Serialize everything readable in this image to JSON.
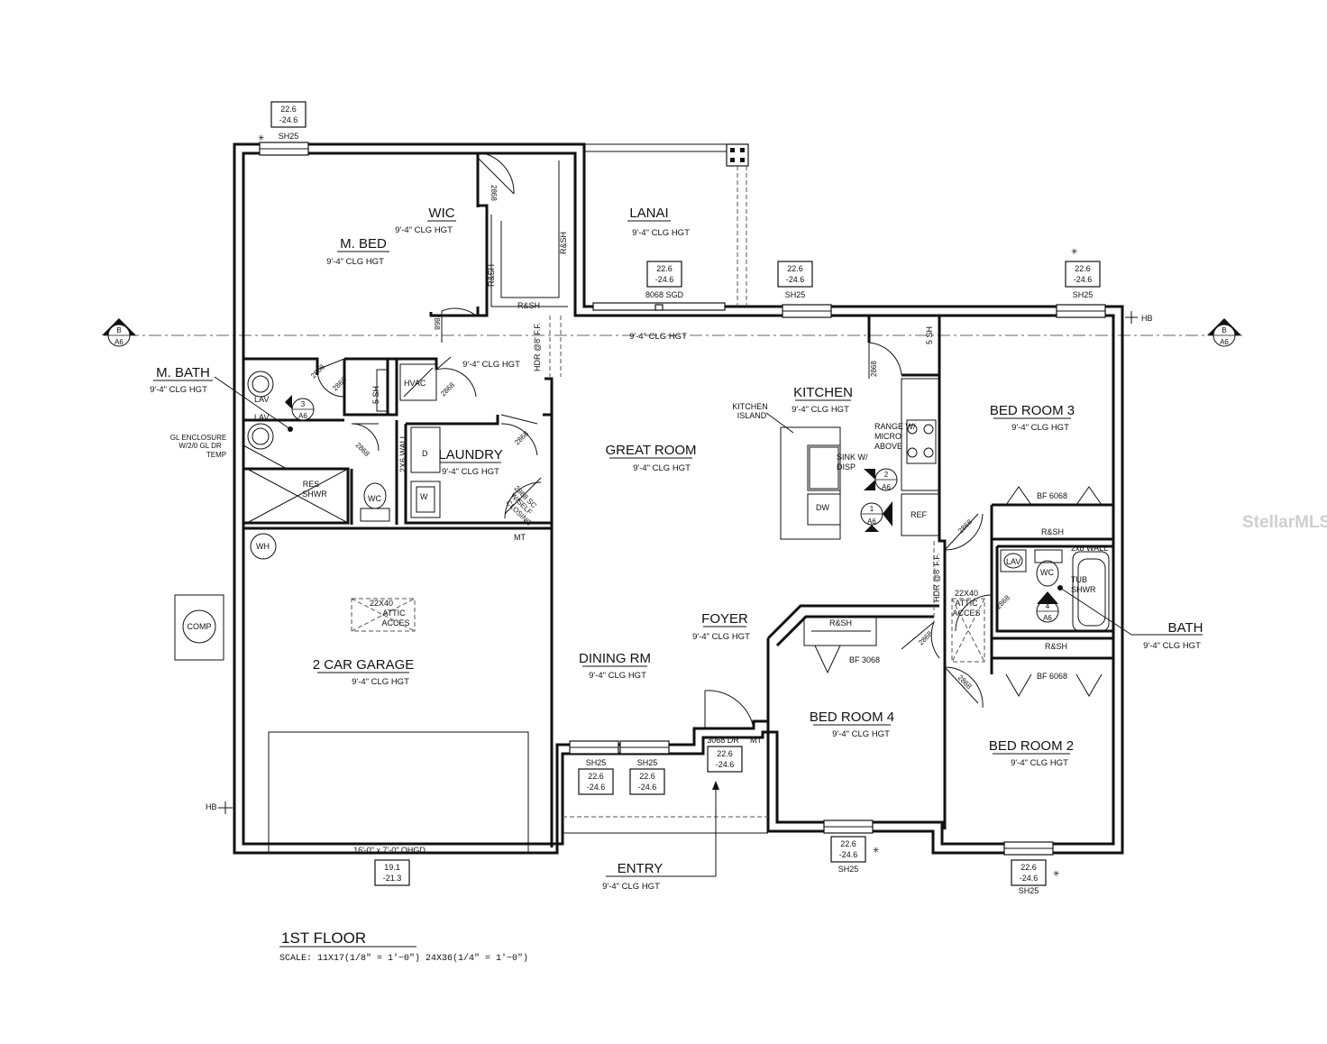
{
  "plan": {
    "title": "1ST FLOOR",
    "scale": "SCALE:  11X17(1/8\" = 1'−0\")  24X36(1/4\" = 1'−0\")",
    "watermark": "StellarMLS",
    "rooms": {
      "m_bed": {
        "name": "M. BED",
        "ceiling": "9'-4\" CLG HGT"
      },
      "wic": {
        "name": "WIC",
        "ceiling": "9'-4\" CLG HGT"
      },
      "lanai": {
        "name": "LANAI",
        "ceiling": "9'-4\" CLG HGT"
      },
      "m_bath": {
        "name": "M. BATH",
        "ceiling": "9'-4\" CLG HGT"
      },
      "laundry": {
        "name": "LAUNDRY",
        "ceiling": "9'-4\" CLG HGT"
      },
      "great_room": {
        "name": "GREAT ROOM",
        "ceiling": "9'-4\" CLG HGT"
      },
      "kitchen": {
        "name": "KITCHEN",
        "ceiling": "9'-4\" CLG HGT"
      },
      "bed_room_3": {
        "name": "BED ROOM 3",
        "ceiling": "9'-4\" CLG HGT"
      },
      "garage": {
        "name": "2 CAR GARAGE",
        "ceiling": "9'-4\" CLG HGT"
      },
      "foyer": {
        "name": "FOYER",
        "ceiling": "9'-4\" CLG HGT"
      },
      "dining": {
        "name": "DINING RM",
        "ceiling": "9'-4\" CLG HGT"
      },
      "bed_room_4": {
        "name": "BED ROOM 4",
        "ceiling": "9'-4\" CLG HGT"
      },
      "bed_room_2": {
        "name": "BED ROOM 2",
        "ceiling": "9'-4\" CLG HGT"
      },
      "bath": {
        "name": "BATH",
        "ceiling": "9'-4\" CLG HGT"
      },
      "entry": {
        "name": "ENTRY",
        "ceiling": "9'-4\" CLG HGT"
      }
    },
    "center_ceiling": "9'-4\" CLG HGT",
    "window_tags": {
      "top": "22.6",
      "bottom": "-24.6",
      "garage_top": "19.1",
      "garage_bottom": "-21.3"
    },
    "labels": {
      "sh25": "SH25",
      "sgd": "8068 SGD",
      "hb": "HB",
      "door_2868": "2868",
      "rsh": "R&SH",
      "sh5": "5 SH",
      "hvac": "HVAC",
      "lav": "LAV",
      "wc": "WC",
      "gl_enclosure_1": "GL ENCLOSURE",
      "gl_enclosure_2": "W/2/0 GL DR",
      "gl_enclosure_3": "TEMP",
      "res_shwr_1": "RES",
      "res_shwr_2": "SHWR",
      "wall_2x6": "2X6 WALL",
      "dryer": "D",
      "washer": "W",
      "sc_door_1": "2868 SC",
      "sc_door_2": "W/SELF",
      "sc_door_3": "CLOSING",
      "mt": "MT",
      "wh": "WH",
      "attic_1": "22X40",
      "attic_2": "ATTIC",
      "attic_3": "ACCES",
      "comp": "COMP",
      "ohgd": "16'-0\" x 7'-0\" OHGD",
      "hdr": "HDR @8' F.F.",
      "kitchen_island_1": "KITCHEN",
      "kitchen_island_2": "ISLAND",
      "range_1": "RANGE W/",
      "range_2": "MICRO",
      "range_3": "ABOVE",
      "sink_1": "SINK W/",
      "sink_2": "DISP",
      "dw": "DW",
      "ref": "REF",
      "bf6068": "BF 6068",
      "bf3068": "BF 3068",
      "wall_2x8": "2x8 WALL",
      "tub_1": "TUB",
      "tub_2": "SHWR",
      "dr3068": "3068 DR",
      "section_letter": "B",
      "sheet": "A6",
      "n1": "1",
      "n2": "2",
      "n3": "3",
      "n4": "4"
    }
  }
}
